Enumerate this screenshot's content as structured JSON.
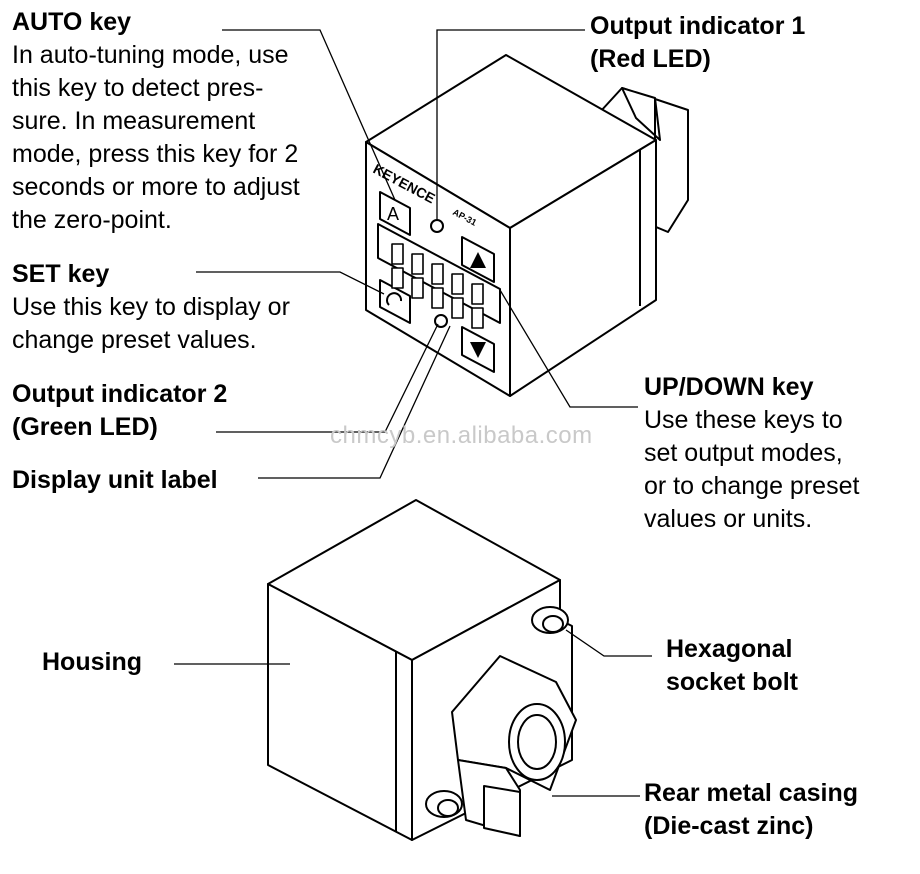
{
  "brand_mark": "KEYENCE",
  "model_mark": "AP-31",
  "key_glyphs": {
    "auto": "A"
  },
  "watermark": "chmcyb.en.alibaba.com",
  "labels": {
    "auto_key": {
      "title": "AUTO key",
      "lines": [
        "In auto-tuning mode, use",
        "this key to detect pres-",
        "sure. In measurement",
        "mode, press this key for 2",
        "seconds or more to adjust",
        "the zero-point."
      ]
    },
    "set_key": {
      "title": "SET key",
      "lines": [
        "Use this key to display or",
        "change preset values."
      ]
    },
    "output_indicator_2": {
      "lines": [
        "Output indicator 2",
        "(Green LED)"
      ]
    },
    "display_unit_label": {
      "title": "Display unit label"
    },
    "output_indicator_1": {
      "lines": [
        "Output indicator 1",
        "(Red LED)"
      ]
    },
    "up_down_key": {
      "title": "UP/DOWN key",
      "lines": [
        "Use these keys to",
        "set output modes,",
        "or to change preset",
        "values or units."
      ]
    },
    "housing": {
      "title": "Housing"
    },
    "hex_bolt": {
      "lines": [
        "Hexagonal",
        "socket bolt"
      ]
    },
    "rear_casing": {
      "lines": [
        "Rear metal casing",
        "(Die-cast zinc)"
      ]
    }
  }
}
